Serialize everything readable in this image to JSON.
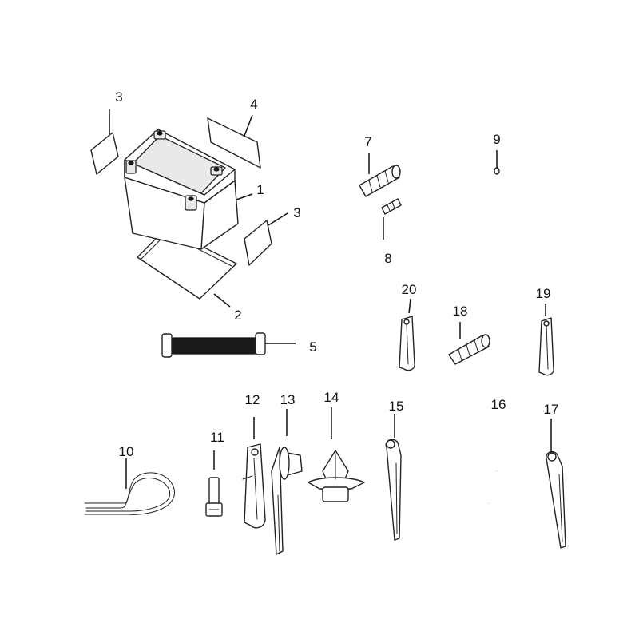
{
  "labels": {
    "n1": "1",
    "n2": "2",
    "n3a": "3",
    "n3b": "3",
    "n4": "4",
    "n5": "5",
    "n7": "7",
    "n8": "8",
    "n9": "9",
    "n10": "10",
    "n11": "11",
    "n12": "12",
    "n13": "13",
    "n14": "14",
    "n15": "15",
    "n16": "16",
    "n17": "17",
    "n18": "18",
    "n19": "19",
    "n20": "20"
  }
}
